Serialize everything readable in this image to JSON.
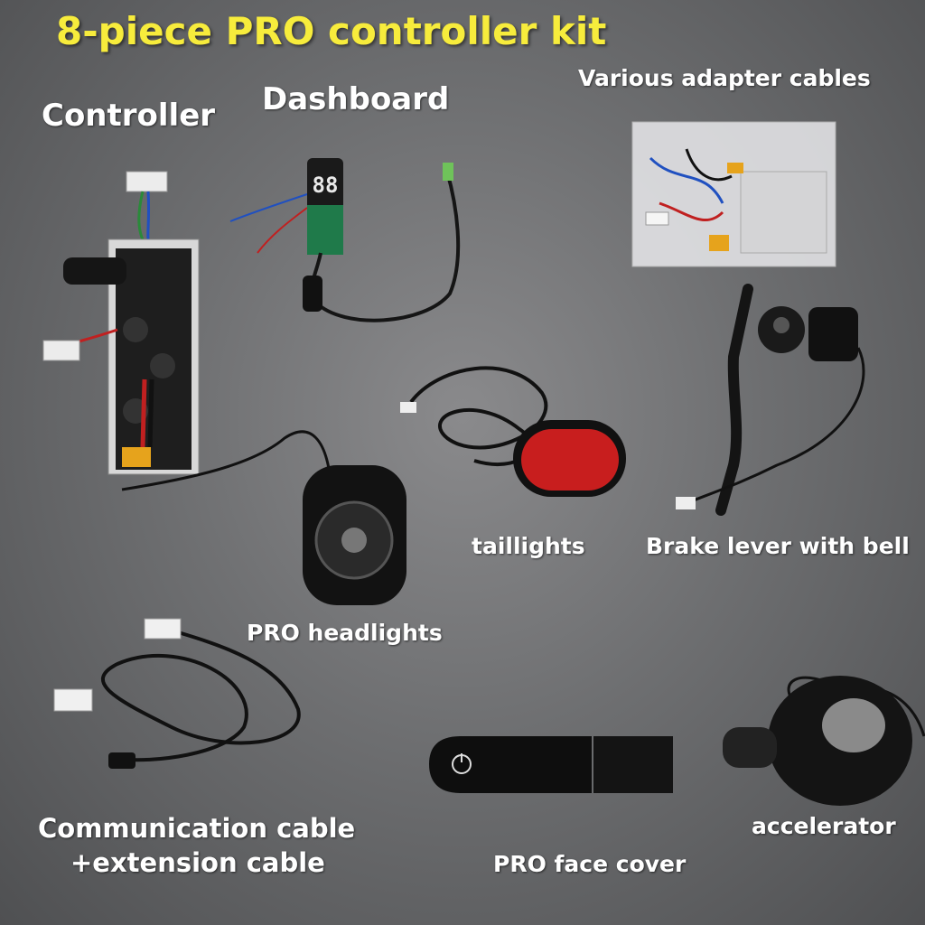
{
  "title": "8-piece PRO controller kit",
  "labels": {
    "controller": "Controller",
    "dashboard": "Dashboard",
    "adapter_cables": "Various adapter cables",
    "taillights": "taillights",
    "brake_lever": "Brake lever with bell",
    "headlights": "PRO headlights",
    "comm_cable_line1": "Communication cable",
    "comm_cable_line2": "+extension cable",
    "face_cover": "PRO face cover",
    "accelerator": "accelerator"
  },
  "dashboard_display": "88",
  "colors": {
    "title": "#f7ec3c",
    "label": "#ffffff",
    "taillight": "#c81e1e"
  }
}
